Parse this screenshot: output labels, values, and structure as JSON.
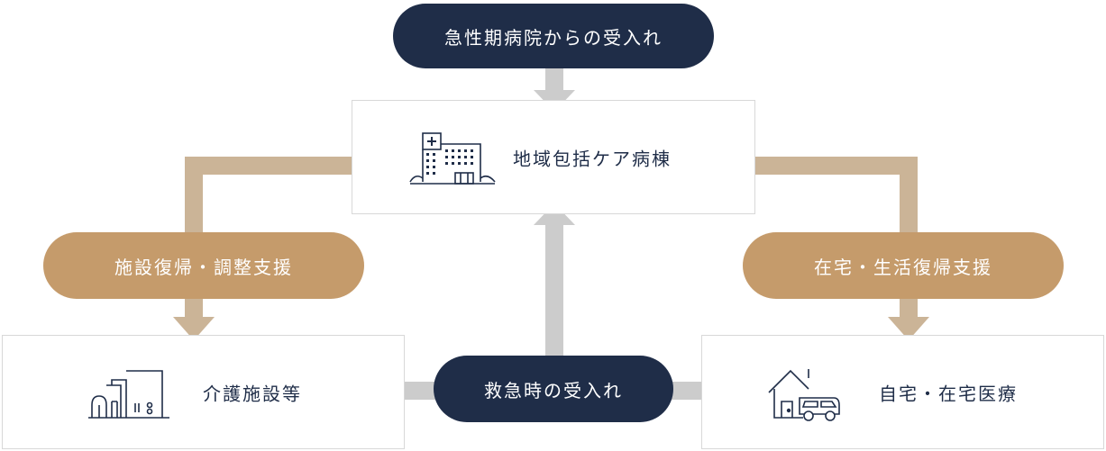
{
  "nodes": {
    "top_pill": "急性期病院からの受入れ",
    "center_box": "地域包括ケア病棟",
    "left_pill": "施設復帰・調整支援",
    "right_pill": "在宅・生活復帰支援",
    "left_box": "介護施設等",
    "right_box": "自宅・在宅医療",
    "bottom_pill": "救急時の受入れ"
  },
  "icons": {
    "center": "hospital-building-icon",
    "left": "care-facility-icon",
    "right": "house-with-van-icon"
  },
  "colors": {
    "navy": "#1f2d48",
    "tan": "#c59b6b",
    "tan_connector": "#cbb497",
    "gray_connector": "#cccccc",
    "box_border": "#d8d8d8"
  }
}
